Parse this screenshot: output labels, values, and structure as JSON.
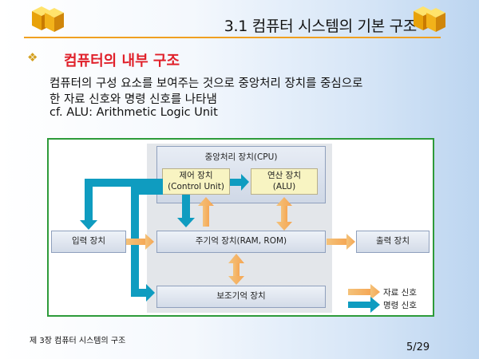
{
  "header": {
    "title": "3.1 컴퓨터 시스템의 기본 구조",
    "logo_left": "cube-logo-icon",
    "logo_right": "cube-logo-icon"
  },
  "section": {
    "bullet_icon": "diamond-bullet-icon",
    "heading": "컴퓨터의 내부 구조"
  },
  "body": {
    "line1": "컴퓨터의 구성 요소를 보여주는 것으로 중앙처리 장치를 중심으로",
    "line2": "한 자료 신호와 명령 신호를 나타냄",
    "line3": "cf. ALU: Arithmetic Logic Unit"
  },
  "diagram": {
    "cpu": "중앙처리 장치(CPU)",
    "control_unit_l1": "제어 장치",
    "control_unit_l2": "(Control Unit)",
    "alu_l1": "연산 장치",
    "alu_l2": "(ALU)",
    "input": "입력 장치",
    "main_memory": "주기억 장치(RAM, ROM)",
    "output": "출력 장치",
    "secondary_memory": "보조기억 장치",
    "legend": {
      "data_signal": "자료 신호",
      "command_signal": "명령 신호",
      "data_color": "#f7b26b",
      "command_color": "#0f9cc0"
    }
  },
  "footer": {
    "chapter": "제 3장 컴퓨터 시스템의 구조",
    "page": "5/29"
  },
  "colors": {
    "title_rule": "#f0a020",
    "heading": "#e0202a",
    "frame": "#2d9b3a"
  }
}
